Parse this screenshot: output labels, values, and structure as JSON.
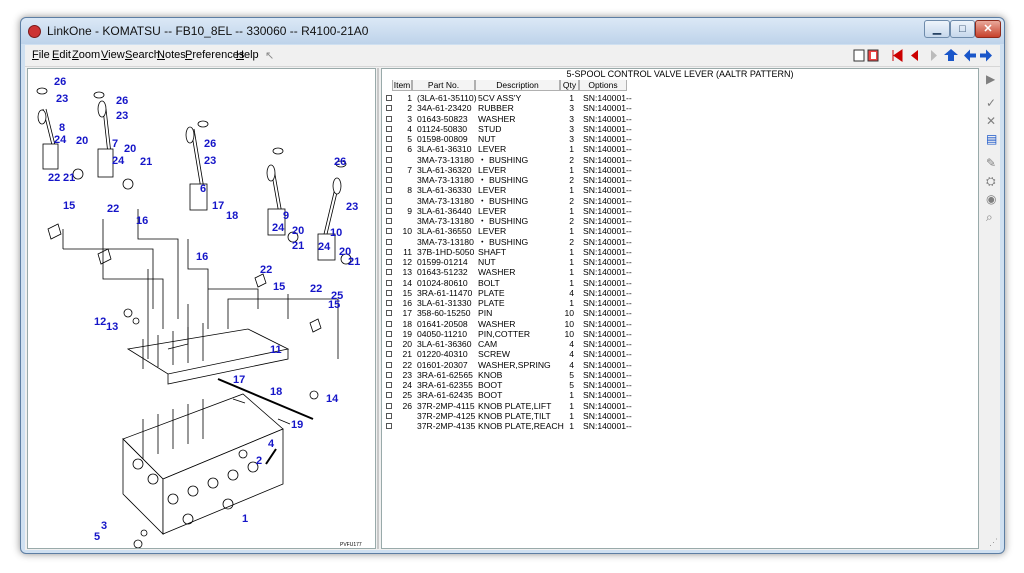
{
  "window": {
    "title": "LinkOne - KOMATSU -- FB10_8EL -- 330060 -- R4100-21A0"
  },
  "menu": [
    {
      "label": "File",
      "underline": "F",
      "rest": "ile"
    },
    {
      "label": "Edit",
      "underline": "E",
      "rest": "dit"
    },
    {
      "label": "Zoom",
      "underline": "Z",
      "rest": "oom"
    },
    {
      "label": "View",
      "underline": "V",
      "rest": "iew"
    },
    {
      "label": "Search",
      "underline": "S",
      "rest": "earch"
    },
    {
      "label": "Notes",
      "underline": "N",
      "rest": "otes"
    },
    {
      "label": "Preferences",
      "underline": "P",
      "rest": "references"
    },
    {
      "label": "Help",
      "underline": "H",
      "rest": "elp"
    }
  ],
  "toolbar": {
    "icons": [
      "pointer-icon",
      "page-icon",
      "book-icon",
      "first-icon",
      "prev-icon",
      "next-icon",
      "up-icon",
      "back-icon",
      "forward-icon"
    ]
  },
  "parts_list": {
    "title": "5-SPOOL CONTROL VALVE LEVER (AALTR PATTERN)",
    "columns": [
      "Item",
      "Part No.",
      "Description",
      "Qty",
      "Options"
    ],
    "rows": [
      [
        "1",
        "(3LA-61-35110)",
        "5CV ASS'Y",
        "1",
        "SN:140001--"
      ],
      [
        "2",
        "34A-61-23420",
        "RUBBER",
        "3",
        "SN:140001--"
      ],
      [
        "3",
        "01643-50823",
        "WASHER",
        "3",
        "SN:140001--"
      ],
      [
        "4",
        "01124-50830",
        "STUD",
        "3",
        "SN:140001--"
      ],
      [
        "5",
        "01598-00809",
        "NUT",
        "3",
        "SN:140001--"
      ],
      [
        "6",
        "3LA-61-36310",
        "LEVER",
        "1",
        "SN:140001--"
      ],
      [
        "",
        "3MA-73-13180",
        "・ BUSHING",
        "2",
        "SN:140001--"
      ],
      [
        "7",
        "3LA-61-36320",
        "LEVER",
        "1",
        "SN:140001--"
      ],
      [
        "",
        "3MA-73-13180",
        "・ BUSHING",
        "2",
        "SN:140001--"
      ],
      [
        "8",
        "3LA-61-36330",
        "LEVER",
        "1",
        "SN:140001--"
      ],
      [
        "",
        "3MA-73-13180",
        "・ BUSHING",
        "2",
        "SN:140001--"
      ],
      [
        "9",
        "3LA-61-36440",
        "LEVER",
        "1",
        "SN:140001--"
      ],
      [
        "",
        "3MA-73-13180",
        "・ BUSHING",
        "2",
        "SN:140001--"
      ],
      [
        "10",
        "3LA-61-36550",
        "LEVER",
        "1",
        "SN:140001--"
      ],
      [
        "",
        "3MA-73-13180",
        "・ BUSHING",
        "2",
        "SN:140001--"
      ],
      [
        "11",
        "37B-1HD-5050",
        "SHAFT",
        "1",
        "SN:140001--"
      ],
      [
        "12",
        "01599-01214",
        "NUT",
        "1",
        "SN:140001--"
      ],
      [
        "13",
        "01643-51232",
        "WASHER",
        "1",
        "SN:140001--"
      ],
      [
        "14",
        "01024-80610",
        "BOLT",
        "1",
        "SN:140001--"
      ],
      [
        "15",
        "3RA-61-11470",
        "PLATE",
        "4",
        "SN:140001--"
      ],
      [
        "16",
        "3LA-61-31330",
        "PLATE",
        "1",
        "SN:140001--"
      ],
      [
        "17",
        "358-60-15250",
        "PIN",
        "10",
        "SN:140001--"
      ],
      [
        "18",
        "01641-20508",
        "WASHER",
        "10",
        "SN:140001--"
      ],
      [
        "19",
        "04050-11210",
        "PIN,COTTER",
        "10",
        "SN:140001--"
      ],
      [
        "20",
        "3LA-61-36360",
        "CAM",
        "4",
        "SN:140001--"
      ],
      [
        "21",
        "01220-40310",
        "SCREW",
        "4",
        "SN:140001--"
      ],
      [
        "22",
        "01601-20307",
        "WASHER,SPRING",
        "4",
        "SN:140001--"
      ],
      [
        "23",
        "3RA-61-62565",
        "KNOB",
        "5",
        "SN:140001--"
      ],
      [
        "24",
        "3RA-61-62355",
        "BOOT",
        "5",
        "SN:140001--"
      ],
      [
        "25",
        "3RA-61-62435",
        "BOOT",
        "1",
        "SN:140001--"
      ],
      [
        "26",
        "37R-2MP-4115",
        "KNOB PLATE,LIFT",
        "1",
        "SN:140001--"
      ],
      [
        "",
        "37R-2MP-4125",
        "KNOB PLATE,TILT",
        "1",
        "SN:140001--"
      ],
      [
        "",
        "37R-2MP-4135",
        "KNOB PLATE,REACH",
        "1",
        "SN:140001--"
      ]
    ]
  },
  "diagram": {
    "code": "PVFU177",
    "callouts": [
      "26",
      "23",
      "8",
      "24",
      "20",
      "7",
      "22",
      "21",
      "15",
      "26",
      "23",
      "6",
      "24",
      "21",
      "20",
      "22",
      "16",
      "17",
      "18",
      "26",
      "23",
      "9",
      "24",
      "21",
      "20",
      "22",
      "15",
      "16",
      "26",
      "23",
      "10",
      "24",
      "20",
      "21",
      "22",
      "25",
      "15",
      "12",
      "13",
      "11",
      "17",
      "18",
      "14",
      "19",
      "4",
      "2",
      "3",
      "5",
      "1"
    ]
  },
  "colors": {
    "callout": "#1515c8",
    "line": "#000000",
    "accent": "#1a56c9"
  }
}
